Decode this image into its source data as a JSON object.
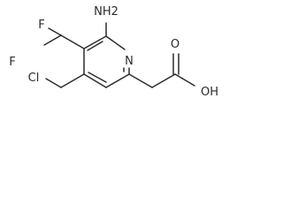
{
  "molecule": {
    "atoms": {
      "amine": "NH2",
      "ring_nitrogen": "N",
      "fluorine_upper": "F",
      "fluorine_lower": "F",
      "chlorine": "Cl",
      "carbonyl_oxygen": "O",
      "hydroxyl": "OH"
    }
  },
  "colors": {
    "ink": "#2b2b2b",
    "background": "#ffffff"
  }
}
